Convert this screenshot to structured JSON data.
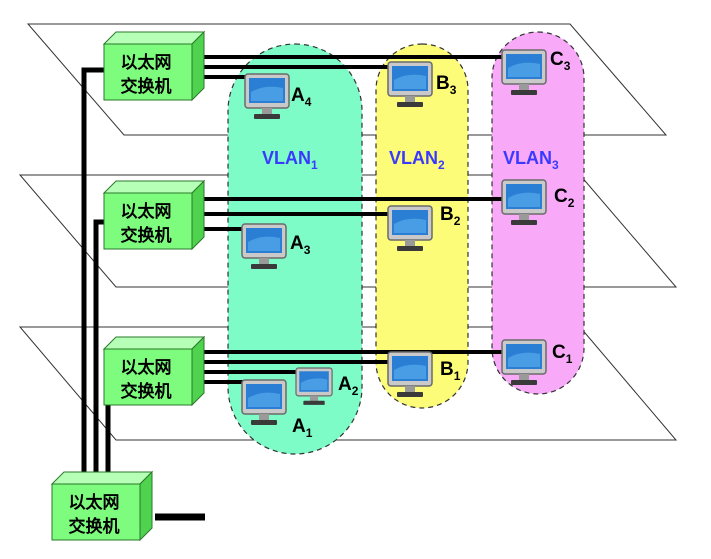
{
  "colors": {
    "switch_front": "#7dfc7d",
    "switch_top": "#b6ffb6",
    "switch_side": "#4fd34f",
    "vlan1": "#7dfcc8",
    "vlan2": "#fcfc78",
    "vlan3": "#f8aaf8",
    "vlan_label": "#3a3aff",
    "wire": "#000000",
    "screen": "#2a7fd4"
  },
  "switch_label_line1": "以太网",
  "switch_label_line2": "交换机",
  "vlans": [
    {
      "name": "VLAN",
      "sub": "1"
    },
    {
      "name": "VLAN",
      "sub": "2"
    },
    {
      "name": "VLAN",
      "sub": "3"
    }
  ],
  "hosts": [
    {
      "letter": "A",
      "sub": "4"
    },
    {
      "letter": "B",
      "sub": "3"
    },
    {
      "letter": "C",
      "sub": "3"
    },
    {
      "letter": "A",
      "sub": "3"
    },
    {
      "letter": "B",
      "sub": "2"
    },
    {
      "letter": "C",
      "sub": "2"
    },
    {
      "letter": "A",
      "sub": "2"
    },
    {
      "letter": "B",
      "sub": "1"
    },
    {
      "letter": "C",
      "sub": "1"
    },
    {
      "letter": "A",
      "sub": "1"
    }
  ]
}
